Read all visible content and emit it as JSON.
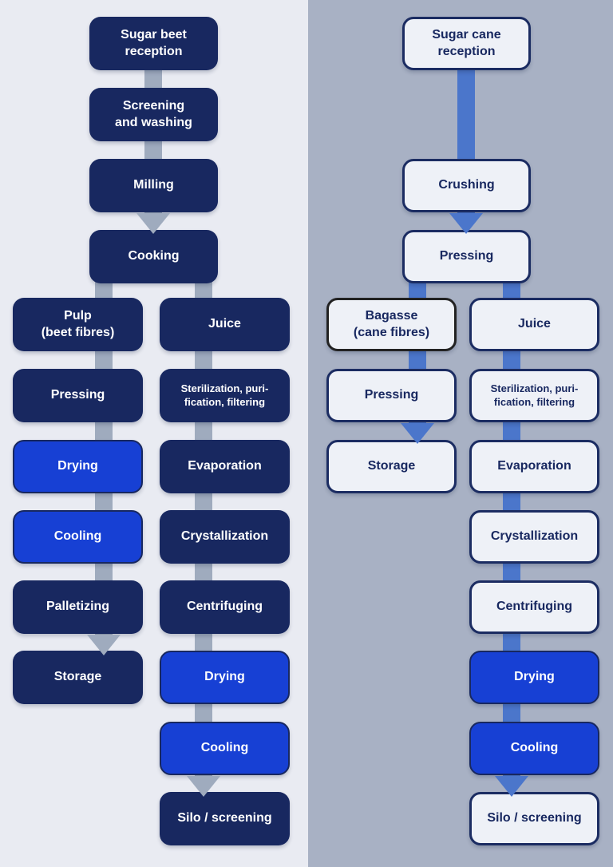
{
  "colors": {
    "left_bg": "#e9ebf2",
    "right_bg": "#a8b1c4",
    "dark_fill": "#182860",
    "accent_fill": "#1740d4",
    "light_fill": "#eef1f7",
    "navy_border": "#1b2c62",
    "bagasse_border": "#222222",
    "left_connector": "#9fabbe",
    "right_connector": "#4b76cb"
  },
  "beet": {
    "main": [
      {
        "label": "Sugar beet\nreception",
        "variant": "dark"
      },
      {
        "label": "Screening\nand washing",
        "variant": "dark"
      },
      {
        "label": "Milling",
        "variant": "dark"
      },
      {
        "label": "Cooking",
        "variant": "dark"
      }
    ],
    "pulp_branch": [
      {
        "label": "Pulp\n(beet fibres)",
        "variant": "dark"
      },
      {
        "label": "Pressing",
        "variant": "dark"
      },
      {
        "label": "Drying",
        "variant": "accent"
      },
      {
        "label": "Cooling",
        "variant": "accent"
      },
      {
        "label": "Palletizing",
        "variant": "dark"
      },
      {
        "label": "Storage",
        "variant": "dark"
      }
    ],
    "juice_branch": [
      {
        "label": "Juice",
        "variant": "dark"
      },
      {
        "label": "Sterilization, puri-\nfication, filtering",
        "variant": "dark"
      },
      {
        "label": "Evaporation",
        "variant": "dark"
      },
      {
        "label": "Crystallization",
        "variant": "dark"
      },
      {
        "label": "Centrifuging",
        "variant": "dark"
      },
      {
        "label": "Drying",
        "variant": "accent"
      },
      {
        "label": "Cooling",
        "variant": "accent"
      },
      {
        "label": "Silo / screening",
        "variant": "dark"
      }
    ]
  },
  "cane": {
    "main": [
      {
        "label": "Sugar cane\nreception",
        "variant": "light"
      },
      {
        "label": "Crushing",
        "variant": "light"
      },
      {
        "label": "Pressing",
        "variant": "light"
      }
    ],
    "bagasse_branch": [
      {
        "label": "Bagasse\n(cane fibres)",
        "variant": "light-black-border"
      },
      {
        "label": "Pressing",
        "variant": "light"
      },
      {
        "label": "Storage",
        "variant": "light"
      }
    ],
    "juice_branch": [
      {
        "label": "Juice",
        "variant": "light"
      },
      {
        "label": "Sterilization, puri-\nfication, filtering",
        "variant": "light"
      },
      {
        "label": "Evaporation",
        "variant": "light"
      },
      {
        "label": "Crystallization",
        "variant": "light"
      },
      {
        "label": "Centrifuging",
        "variant": "light"
      },
      {
        "label": "Drying",
        "variant": "accent"
      },
      {
        "label": "Cooling",
        "variant": "accent"
      },
      {
        "label": "Silo / screening",
        "variant": "light"
      }
    ]
  }
}
